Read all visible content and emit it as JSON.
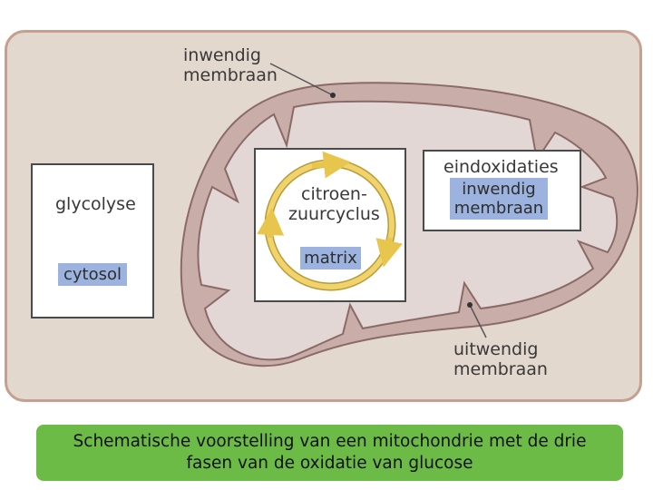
{
  "labels": {
    "inner_membrane_top": [
      "inwendig",
      "membraan"
    ],
    "outer_membrane_bottom": [
      "uitwendig",
      "membraan"
    ],
    "glycolysis": "glycolyse",
    "cytosol": "cytosol",
    "citric_cycle": [
      "citroen-",
      "zuurcyclus"
    ],
    "matrix": "matrix",
    "end_oxidation": "eindoxidaties",
    "end_oxidation_location": [
      "inwendig",
      "membraan"
    ]
  },
  "caption": {
    "line1": "Schematische voorstelling van een mitochondrie met de drie",
    "line2": "fasen van de oxidatie van glucose"
  },
  "colors": {
    "panel_background": "#e2d8cd",
    "panel_border": "#c59f8f",
    "membrane_fill": "#c9ada8",
    "membrane_stroke": "#8a6a66",
    "matrix_fill": "#e3d7d5",
    "cycle_arrow": "#f0d36a",
    "location_chip": "#9bb3de",
    "caption_background": "#6dbb47"
  }
}
